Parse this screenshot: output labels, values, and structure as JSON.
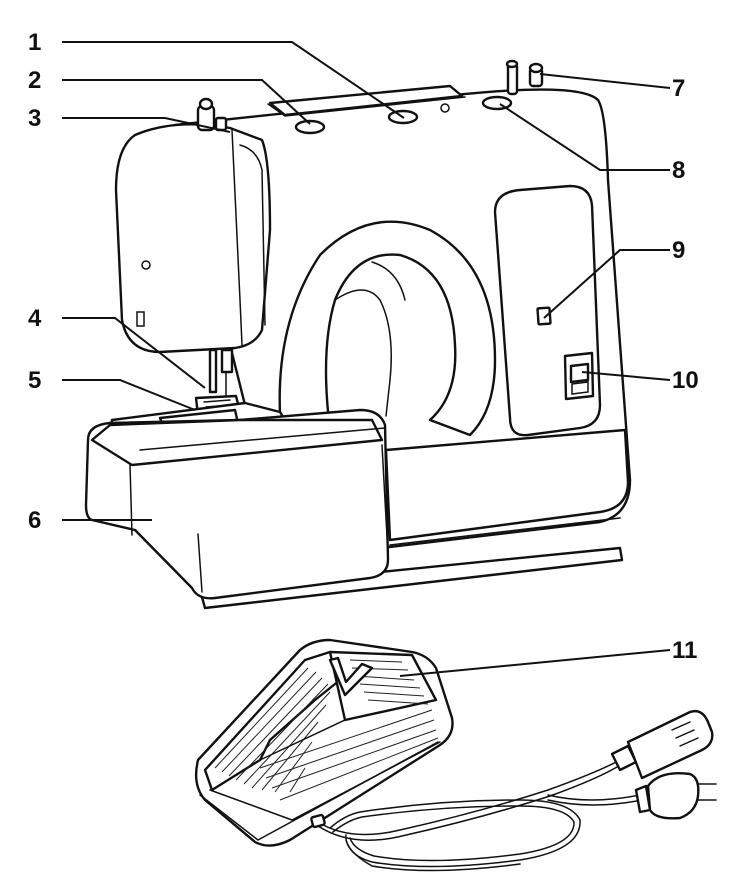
{
  "diagram": {
    "subject": "sewing machine with foot controller",
    "callouts": [
      {
        "id": "1",
        "text": "1"
      },
      {
        "id": "2",
        "text": "2"
      },
      {
        "id": "3",
        "text": "3"
      },
      {
        "id": "4",
        "text": "4"
      },
      {
        "id": "5",
        "text": "5"
      },
      {
        "id": "6",
        "text": "6"
      },
      {
        "id": "7",
        "text": "7"
      },
      {
        "id": "8",
        "text": "8"
      },
      {
        "id": "9",
        "text": "9"
      },
      {
        "id": "10",
        "text": "10"
      },
      {
        "id": "11",
        "text": "11"
      }
    ]
  },
  "colors": {
    "ink": "#111111",
    "paper": "#ffffff"
  }
}
